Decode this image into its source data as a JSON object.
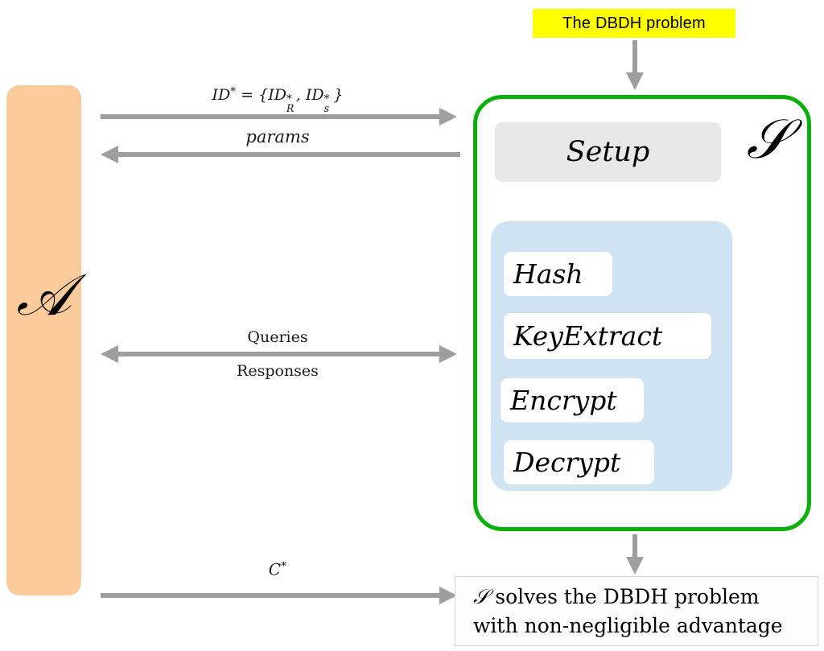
{
  "diagram": {
    "title_box": {
      "label": "The DBDH problem",
      "background": "#ffff00",
      "text_color": "#000000"
    },
    "adversary": {
      "symbol": "𝒜",
      "color": "#fbcb9c",
      "name": "adversary"
    },
    "simulator": {
      "symbol": "𝒮",
      "border_color": "#0ab00a",
      "name": "simulator"
    },
    "setup": {
      "label": "Setup",
      "background": "#e8e8e8"
    },
    "oracle_panel": {
      "background": "#cfe3f2",
      "items": [
        {
          "label": "Hash"
        },
        {
          "label": "KeyExtract"
        },
        {
          "label": "Encrypt"
        },
        {
          "label": "Decrypt"
        }
      ]
    },
    "messages": [
      {
        "id": "id-star",
        "direction": "right",
        "label_plain": "ID* = {ID*_R, ID*_s}",
        "parts": {
          "lhs": "ID",
          "open": " = {",
          "m1": "ID",
          "sub1": "R",
          "comma": ", ",
          "m2": "ID",
          "sub2": "s",
          "close": "}"
        }
      },
      {
        "id": "params",
        "direction": "left",
        "label": "params"
      },
      {
        "id": "queries",
        "direction": "both",
        "label_top": "Queries",
        "label_bottom": "Responses"
      },
      {
        "id": "c-star",
        "direction": "right",
        "label": "C",
        "superscript": "*"
      }
    ],
    "conclusion": {
      "symbol": "𝒮",
      "line1_rest": " solves the DBDH problem",
      "line2": "with non-negligible advantage",
      "border_color": "#d5d5d5"
    },
    "arrow_color": "#9e9e9e"
  }
}
